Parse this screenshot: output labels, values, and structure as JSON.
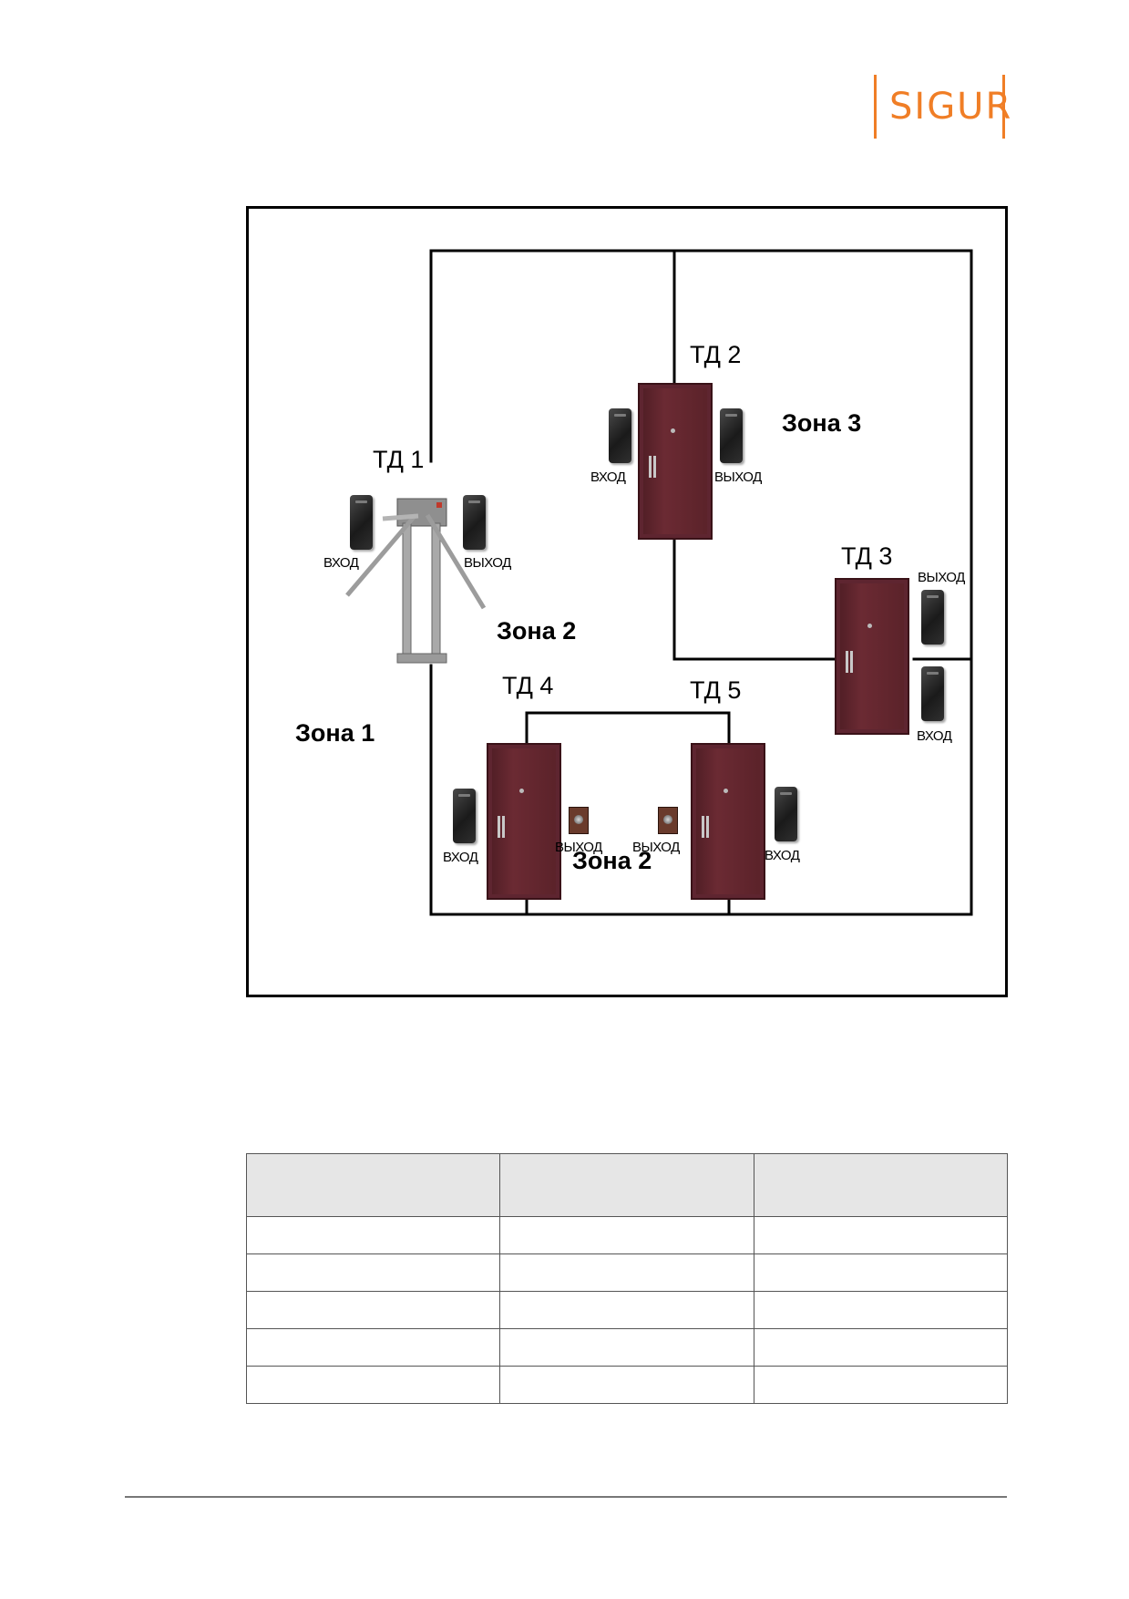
{
  "brand": {
    "logo_text": "SIGUR",
    "accent_color": "#f07e26"
  },
  "diagram": {
    "doors": [
      {
        "id": "td1",
        "label": "ТД 1",
        "type": "turnstile",
        "reader_left": "ВХОД",
        "reader_right": "ВЫХОД"
      },
      {
        "id": "td2",
        "label": "ТД 2",
        "type": "door",
        "reader_left": "ВХОД",
        "reader_right": "ВЫХОД"
      },
      {
        "id": "td3",
        "label": "ТД 3",
        "type": "door",
        "reader_top": "ВЫХОД",
        "reader_bottom": "ВХОД"
      },
      {
        "id": "td4",
        "label": "ТД 4",
        "type": "door",
        "reader_left": "ВХОД",
        "button_right": "ВЫХОД"
      },
      {
        "id": "td5",
        "label": "ТД 5",
        "type": "door",
        "button_left": "ВЫХОД",
        "reader_right": "ВХОД"
      }
    ],
    "zones": [
      {
        "id": "zone1",
        "label": "Зона 1"
      },
      {
        "id": "zone2_upper",
        "label": "Зона 2"
      },
      {
        "id": "zone2_lower",
        "label": "Зона 2"
      },
      {
        "id": "zone3",
        "label": "Зона 3"
      }
    ]
  },
  "table": {
    "header": [
      "",
      "",
      ""
    ],
    "rows": [
      [
        "",
        "",
        ""
      ],
      [
        "",
        "",
        ""
      ],
      [
        "",
        "",
        ""
      ],
      [
        "",
        "",
        ""
      ],
      [
        "",
        "",
        ""
      ]
    ]
  }
}
